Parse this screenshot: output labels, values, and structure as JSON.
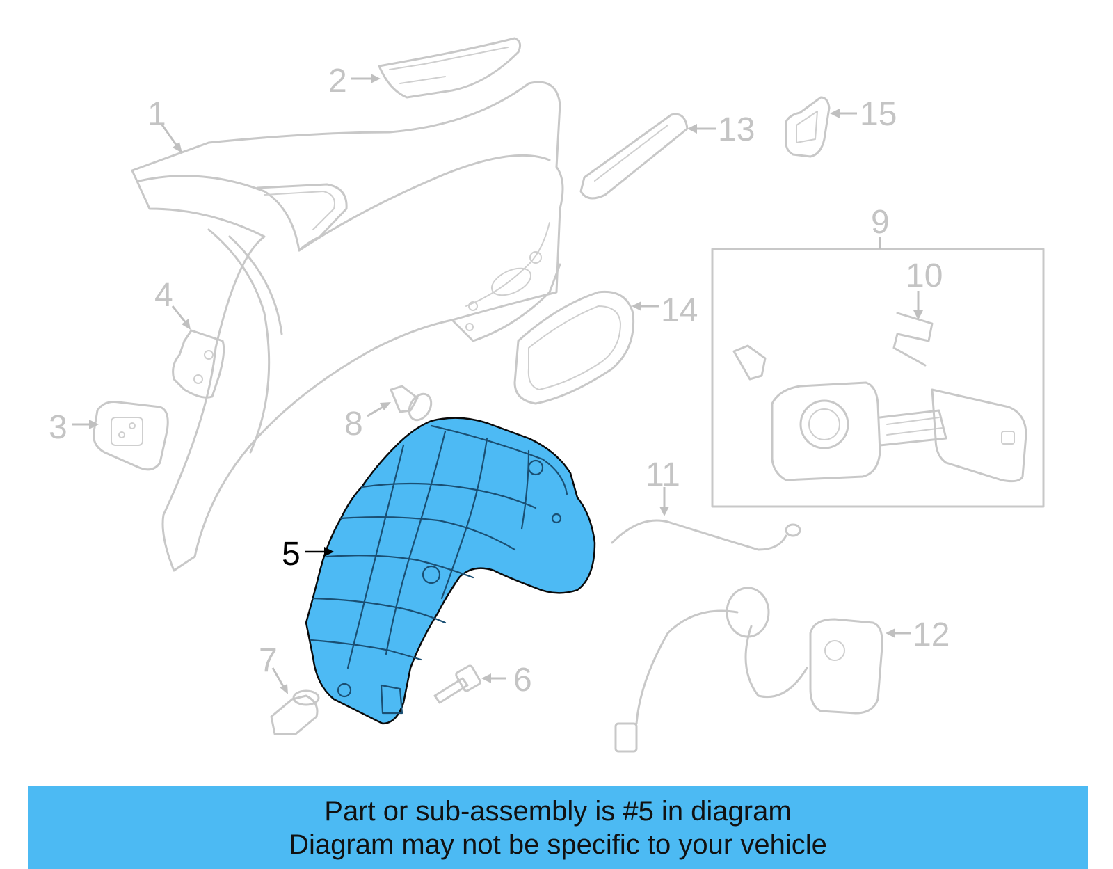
{
  "callouts": {
    "c1": "1",
    "c2": "2",
    "c3": "3",
    "c4": "4",
    "c5": "5",
    "c6": "6",
    "c7": "7",
    "c8": "8",
    "c9": "9",
    "c10": "10",
    "c11": "11",
    "c12": "12",
    "c13": "13",
    "c14": "14",
    "c15": "15"
  },
  "highlighted_part": "5",
  "colors": {
    "highlight": "#4dbaf4",
    "banner": "#4cbaf3",
    "part_outline": "#c8c8c8"
  },
  "banner": {
    "line1": "Part or sub-assembly is #5 in diagram",
    "line2": "Diagram may not be specific to your vehicle"
  }
}
